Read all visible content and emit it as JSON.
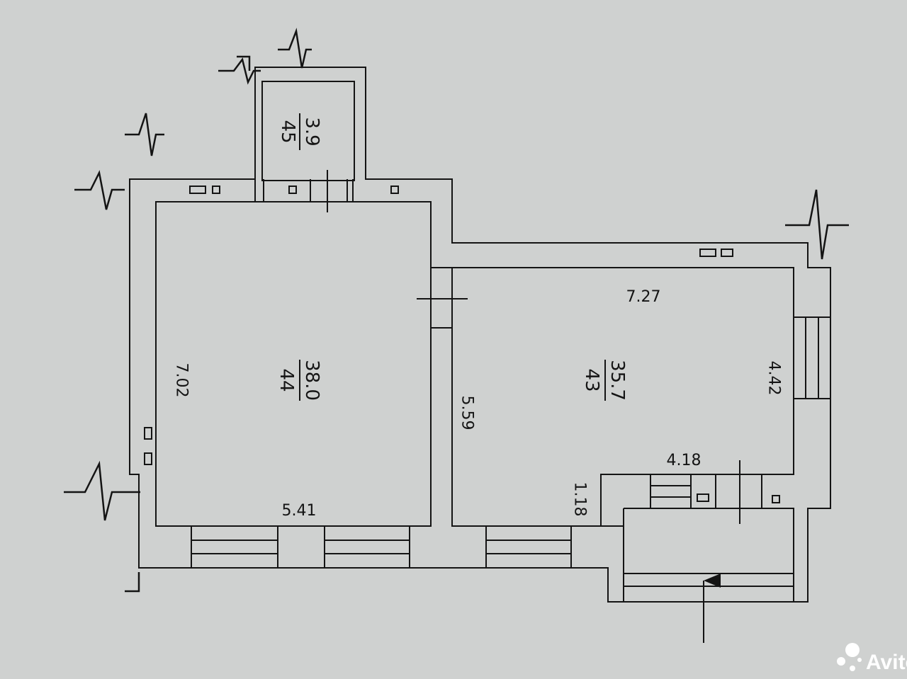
{
  "floorplan": {
    "rooms": [
      {
        "id": "room-45",
        "number": "45",
        "area": "3.9"
      },
      {
        "id": "room-44",
        "number": "44",
        "area": "38.0"
      },
      {
        "id": "room-43",
        "number": "43",
        "area": "35.7"
      }
    ],
    "dimensions": {
      "room44_width": "5.41",
      "room44_height": "7.02",
      "partition_length": "5.59",
      "room43_width": "7.27",
      "room43_height": "4.42",
      "vestibule_width": "4.18",
      "vestibule_depth": "1.18"
    }
  },
  "watermark": {
    "brand": "Avito"
  },
  "colors": {
    "paper": "#cfd1d0",
    "ink": "#141414",
    "watermark": "#ffffff"
  }
}
